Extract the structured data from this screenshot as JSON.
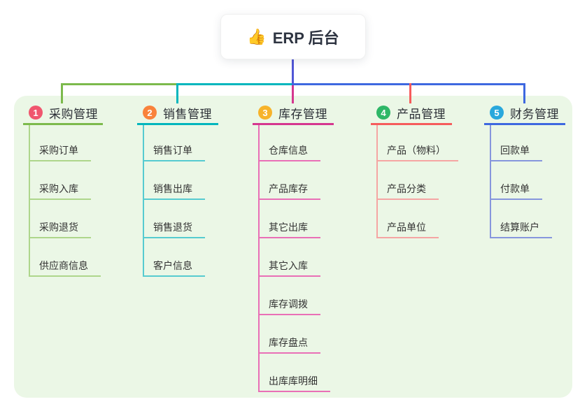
{
  "root": {
    "emoji": "👍",
    "title": "ERP 后台"
  },
  "canvas": {
    "panel_bg": "#ebf7e6",
    "root_line_color": "#5156d6",
    "text_color": "#333333"
  },
  "branches": [
    {
      "number": "1",
      "label": "采购管理",
      "badge_color": "#f0566e",
      "line_color": "#7cba4c",
      "child_line_color": "#aed68b",
      "children": [
        "采购订单",
        "采购入库",
        "采购退货",
        "供应商信息"
      ]
    },
    {
      "number": "2",
      "label": "销售管理",
      "badge_color": "#f9823b",
      "line_color": "#00b6bd",
      "child_line_color": "#56cbd0",
      "children": [
        "销售订单",
        "销售出库",
        "销售退货",
        "客户信息"
      ]
    },
    {
      "number": "3",
      "label": "库存管理",
      "badge_color": "#f7b32a",
      "line_color": "#d5378f",
      "child_line_color": "#e96fb6",
      "children": [
        "仓库信息",
        "产品库存",
        "其它出库",
        "其它入库",
        "库存调拨",
        "库存盘点",
        "出库库明细"
      ]
    },
    {
      "number": "4",
      "label": "产品管理",
      "badge_color": "#2eb767",
      "line_color": "#f65c5c",
      "child_line_color": "#f5a5a3",
      "children": [
        "产品（物料）",
        "产品分类",
        "产品单位"
      ]
    },
    {
      "number": "5",
      "label": "财务管理",
      "badge_color": "#29a8dc",
      "line_color": "#3e68e0",
      "child_line_color": "#8696dd",
      "children": [
        "回款单",
        "付款单",
        "结算账户"
      ]
    }
  ]
}
